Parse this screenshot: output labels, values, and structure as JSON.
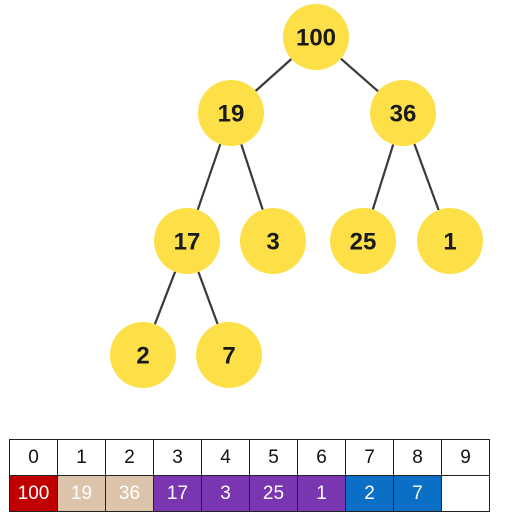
{
  "tree": {
    "nodes": [
      {
        "id": "n0",
        "value": "100"
      },
      {
        "id": "n1",
        "value": "19"
      },
      {
        "id": "n2",
        "value": "36"
      },
      {
        "id": "n3",
        "value": "17"
      },
      {
        "id": "n4",
        "value": "3"
      },
      {
        "id": "n5",
        "value": "25"
      },
      {
        "id": "n6",
        "value": "1"
      },
      {
        "id": "n7",
        "value": "2"
      },
      {
        "id": "n8",
        "value": "7"
      }
    ],
    "edges": [
      [
        "n0",
        "n1"
      ],
      [
        "n0",
        "n2"
      ],
      [
        "n1",
        "n3"
      ],
      [
        "n1",
        "n4"
      ],
      [
        "n2",
        "n5"
      ],
      [
        "n2",
        "n6"
      ],
      [
        "n3",
        "n7"
      ],
      [
        "n3",
        "n8"
      ]
    ],
    "node_color": "#fde047"
  },
  "array": {
    "indices": [
      "0",
      "1",
      "2",
      "3",
      "4",
      "5",
      "6",
      "7",
      "8",
      "9"
    ],
    "cells": [
      {
        "value": "100",
        "color": "#c00000"
      },
      {
        "value": "19",
        "color": "#dcc4ab"
      },
      {
        "value": "36",
        "color": "#dcc4ab"
      },
      {
        "value": "17",
        "color": "#7a35b0"
      },
      {
        "value": "3",
        "color": "#7a35b0"
      },
      {
        "value": "25",
        "color": "#7a35b0"
      },
      {
        "value": "1",
        "color": "#7a35b0"
      },
      {
        "value": "2",
        "color": "#0a6fc5"
      },
      {
        "value": "7",
        "color": "#0a6fc5"
      },
      {
        "value": "",
        "color": "#ffffff"
      }
    ]
  }
}
